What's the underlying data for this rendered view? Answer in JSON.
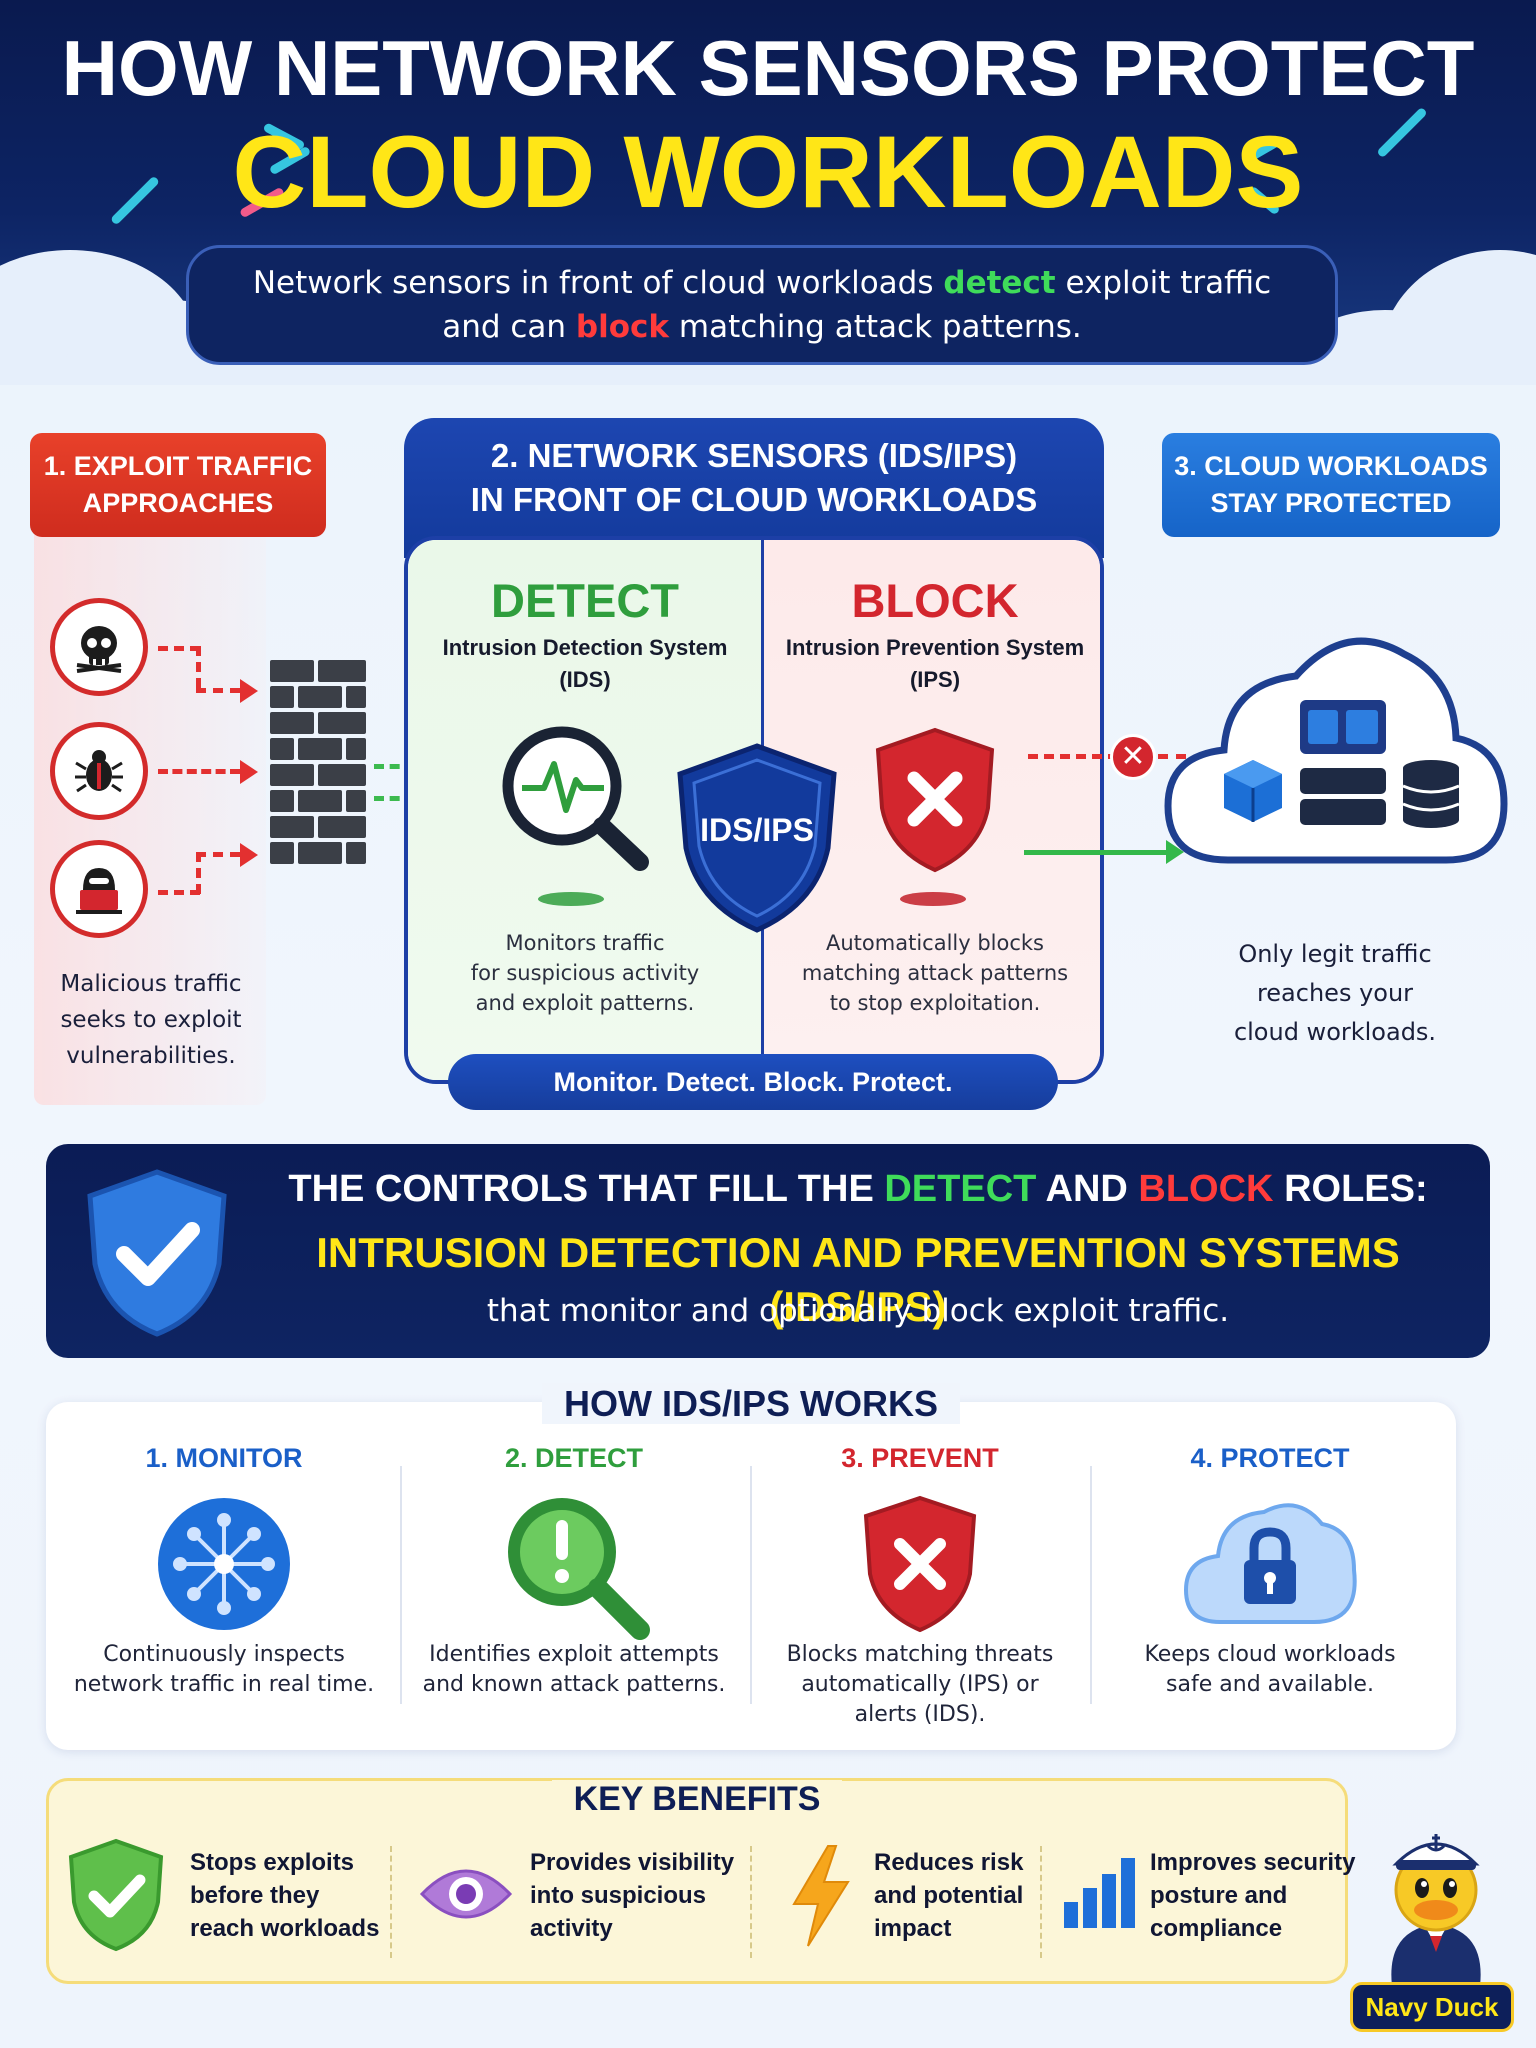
{
  "header": {
    "title_line1": "HOW NETWORK SENSORS PROTECT",
    "title_line2": "CLOUD WORKLOADS",
    "subtitle_part1": "Network sensors in front of cloud workloads ",
    "subtitle_detect": "detect",
    "subtitle_part2": " exploit traffic",
    "subtitle_part3": "and can ",
    "subtitle_block": "block",
    "subtitle_part4": " matching attack patterns."
  },
  "step1": {
    "label_line1": "1. EXPLOIT TRAFFIC",
    "label_line2": "APPROACHES",
    "caption_line1": "Malicious traffic",
    "caption_line2": "seeks to exploit",
    "caption_line3": "vulnerabilities.",
    "threat_icons": [
      "skull-icon",
      "bug-icon",
      "hacker-icon"
    ]
  },
  "step2": {
    "label_line1": "2. NETWORK SENSORS (IDS/IPS)",
    "label_line2": "IN FRONT OF CLOUD WORKLOADS",
    "detect": {
      "title": "DETECT",
      "sub_line1": "Intrusion Detection System",
      "sub_line2": "(IDS)",
      "desc_line1": "Monitors traffic",
      "desc_line2": "for suspicious activity",
      "desc_line3": "and exploit patterns."
    },
    "block": {
      "title": "BLOCK",
      "sub_line1": "Intrusion Prevention System",
      "sub_line2": "(IPS)",
      "desc_line1": "Automatically blocks",
      "desc_line2": "matching attack patterns",
      "desc_line3": "to stop exploitation."
    },
    "shield_label": "IDS/IPS",
    "slogan": "Monitor. Detect. Block. Protect."
  },
  "step3": {
    "label_line1": "3. CLOUD WORKLOADS",
    "label_line2": "STAY PROTECTED",
    "caption_line1": "Only legit traffic",
    "caption_line2": "reaches your",
    "caption_line3": "cloud workloads."
  },
  "controls": {
    "line1_a": "THE CONTROLS THAT FILL THE ",
    "line1_detect": "DETECT",
    "line1_b": " AND ",
    "line1_block": "BLOCK",
    "line1_c": " ROLES:",
    "line2": "INTRUSION DETECTION AND PREVENTION SYSTEMS (IDS/IPS)",
    "line3": "that monitor and optionally block exploit traffic."
  },
  "how": {
    "title": "HOW IDS/IPS WORKS",
    "steps": [
      {
        "title": "1. MONITOR",
        "desc_line1": "Continuously inspects",
        "desc_line2": "network traffic in real time.",
        "desc_line3": "",
        "color": "#1a5fc8",
        "icon": "network-hub-icon"
      },
      {
        "title": "2. DETECT",
        "desc_line1": "Identifies exploit attempts",
        "desc_line2": "and known attack patterns.",
        "desc_line3": "",
        "color": "#2f9e3d",
        "icon": "magnifier-alert-icon"
      },
      {
        "title": "3. PREVENT",
        "desc_line1": "Blocks matching threats",
        "desc_line2": "automatically (IPS) or",
        "desc_line3": "alerts (IDS).",
        "color": "#d3262e",
        "icon": "shield-x-icon"
      },
      {
        "title": "4. PROTECT",
        "desc_line1": "Keeps cloud workloads",
        "desc_line2": "safe and available.",
        "desc_line3": "",
        "color": "#1a5fc8",
        "icon": "cloud-lock-icon"
      }
    ]
  },
  "benefits": {
    "title": "KEY BENEFITS",
    "items": [
      {
        "line1": "Stops exploits",
        "line2": "before they",
        "line3": "reach workloads",
        "icon": "shield-check-icon"
      },
      {
        "line1": "Provides visibility",
        "line2": "into suspicious",
        "line3": "activity",
        "icon": "eye-icon"
      },
      {
        "line1": "Reduces risk",
        "line2": "and potential",
        "line3": "impact",
        "icon": "lightning-icon"
      },
      {
        "line1": "Improves security",
        "line2": "posture and",
        "line3": "compliance",
        "icon": "bar-chart-icon"
      }
    ]
  },
  "mascot": {
    "label": "Navy Duck"
  },
  "colors": {
    "navy": "#0d2464",
    "yellow": "#ffe617",
    "green": "#2f9e3d",
    "red": "#d3262e",
    "blue": "#1a5fc8"
  }
}
